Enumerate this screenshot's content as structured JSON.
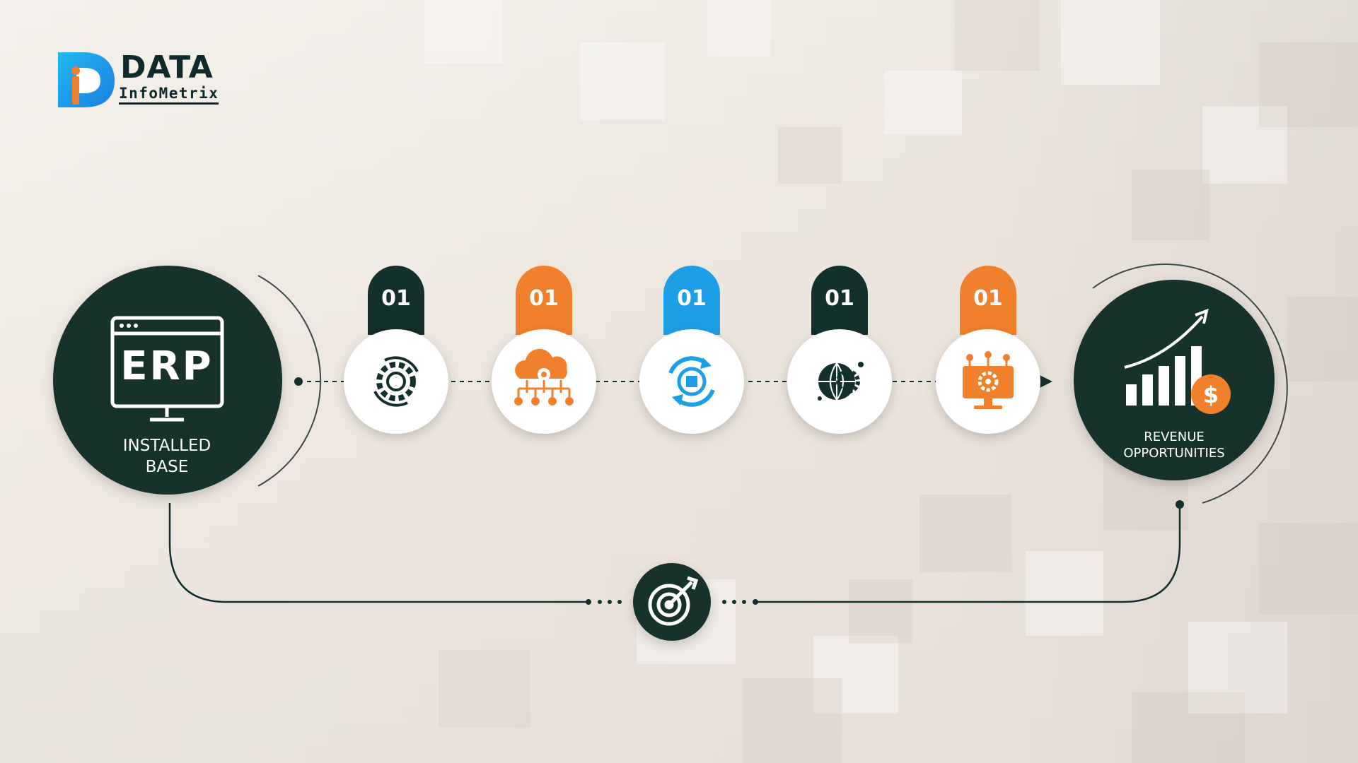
{
  "brand": {
    "name_line1": "DATA",
    "name_line2": "InfoMetrix"
  },
  "start_node": {
    "icon": "erp-monitor-icon",
    "screen_text": "ERP",
    "label_line1": "INSTALLED",
    "label_line2": "BASE"
  },
  "steps": [
    {
      "badge": "01",
      "color": "#13302c",
      "icon": "gear-sync-icon"
    },
    {
      "badge": "01",
      "color": "#f0802b",
      "icon": "cloud-gear-network-icon"
    },
    {
      "badge": "01",
      "color": "#1c9fe6",
      "icon": "chip-refresh-icon"
    },
    {
      "badge": "01",
      "color": "#13302c",
      "icon": "globe-gear-icon"
    },
    {
      "badge": "01",
      "color": "#f0802b",
      "icon": "monitor-gear-icon"
    }
  ],
  "end_node": {
    "icon": "growth-chart-dollar-icon",
    "label_line1": "REVENUE",
    "label_line2": "OPPORTUNITIES"
  },
  "target_node": {
    "icon": "target-arrow-icon"
  },
  "colors": {
    "dark": "#13302c",
    "orange": "#f0802b",
    "blue": "#1c9fe6"
  }
}
